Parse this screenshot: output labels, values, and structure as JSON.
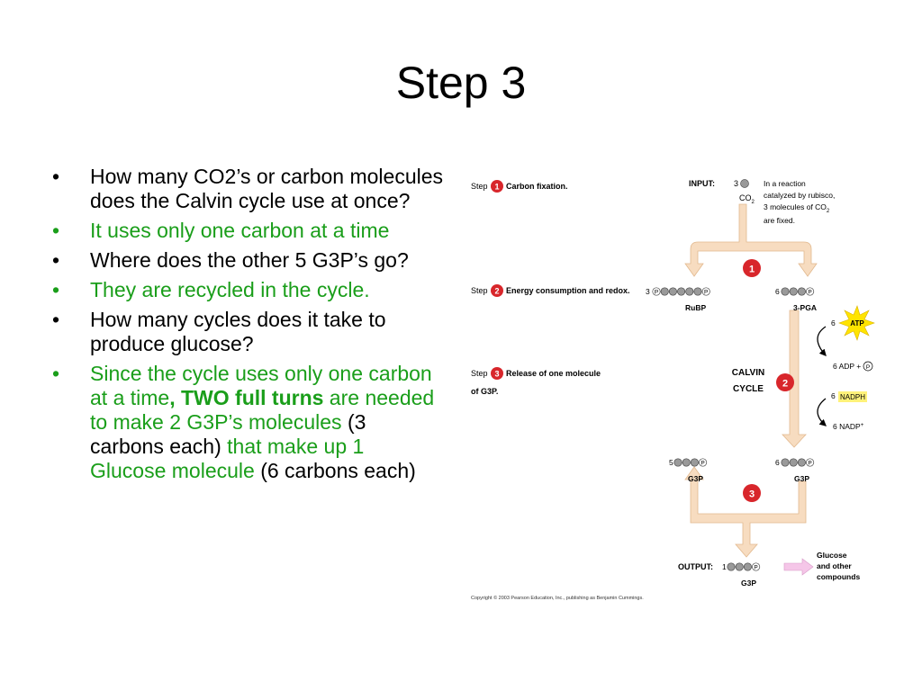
{
  "title": "Step 3",
  "bullets": [
    {
      "color": "black",
      "segments": [
        {
          "text": "How many CO2’s or carbon molecules does the Calvin cycle use at once?",
          "color": "black",
          "bold": false
        }
      ]
    },
    {
      "color": "green",
      "segments": [
        {
          "text": "It uses only one carbon at a time",
          "color": "green",
          "bold": false
        }
      ]
    },
    {
      "color": "black",
      "segments": [
        {
          "text": "Where does the other 5 G3P’s go?",
          "color": "black",
          "bold": false
        }
      ]
    },
    {
      "color": "green",
      "segments": [
        {
          "text": "They are recycled in the cycle.",
          "color": "green",
          "bold": false
        }
      ]
    },
    {
      "color": "black",
      "segments": [
        {
          "text": "How many cycles does it take to produce glucose?",
          "color": "black",
          "bold": false
        }
      ]
    },
    {
      "color": "green",
      "segments": [
        {
          "text": "Since the cycle uses only one carbon at a time",
          "color": "green",
          "bold": false
        },
        {
          "text": ", TWO full turns",
          "color": "green",
          "bold": true
        },
        {
          "text": " are needed to make 2 G3P’s molecules ",
          "color": "green",
          "bold": false
        },
        {
          "text": "(3 carbons each) ",
          "color": "black",
          "bold": false
        },
        {
          "text": "that make up 1 Glucose molecule ",
          "color": "green",
          "bold": false
        },
        {
          "text": "(6 carbons each)",
          "color": "black",
          "bold": false
        }
      ]
    }
  ],
  "colors": {
    "green": "#1a9e1a",
    "black": "#000000",
    "step_red": "#d8262b",
    "arrow_fill": "#f7dcc0",
    "atp_yellow": "#ffe400",
    "nadph_yellow": "#fff27a"
  },
  "diagram": {
    "step1_word": "Step",
    "step1_num": "1",
    "step1_label": "Carbon fixation.",
    "step2_word": "Step",
    "step2_num": "2",
    "step2_label": "Energy consumption and redox.",
    "step3_word": "Step",
    "step3_num": "3",
    "step3_label1": "Release of one molecule",
    "step3_label2": "of G3P.",
    "input_label": "INPUT:",
    "input_count": "3",
    "co2": "CO",
    "co2_sub": "2",
    "note1": "In a reaction",
    "note2": "catalyzed by rubisco,",
    "note3": "3 molecules of CO",
    "note3_sub": "2",
    "note4": "are fixed.",
    "cycle_num1": "1",
    "cycle_num2": "2",
    "cycle_num3": "3",
    "rubp_count": "3",
    "rubp_label": "RuBP",
    "pga_count": "6",
    "pga_label": "3-PGA",
    "atp_count": "6",
    "atp": "ATP",
    "adp": "6 ADP +",
    "p": "P",
    "calvin1": "CALVIN",
    "calvin2": "CYCLE",
    "nadph_count": "6",
    "nadph": "NADPH",
    "nadp": "6 NADP",
    "g3p_left_count": "5",
    "g3p_left_label": "G3P",
    "g3p_right_count": "6",
    "g3p_right_label": "G3P",
    "output_label": "OUTPUT:",
    "output_count": "1",
    "output_g3p": "G3P",
    "glucose1": "Glucose",
    "glucose2": "and other",
    "glucose3": "compounds",
    "copyright": "Copyright © 2003 Pearson Education, Inc., publishing as Benjamin Cummings."
  }
}
